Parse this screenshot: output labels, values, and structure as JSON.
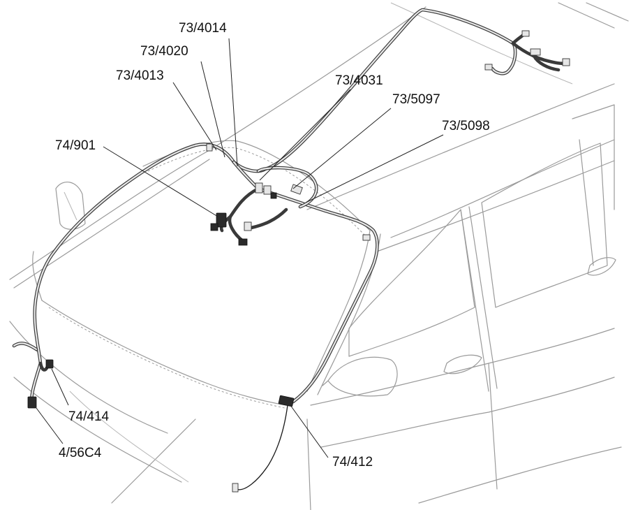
{
  "labels": {
    "c_73_4014": "73/4014",
    "c_73_4020": "73/4020",
    "c_73_4013": "73/4013",
    "c_73_4031": "73/4031",
    "c_73_5097": "73/5097",
    "c_73_5098": "73/5098",
    "c_74_901": "74/901",
    "c_74_414": "74/414",
    "c_4_56C4": "4/56C4",
    "c_74_412": "74/412"
  },
  "colors": {
    "background": "#ffffff",
    "body_outline": "#9a9a9a",
    "harness": "#3a3a3a",
    "text": "#111111"
  }
}
